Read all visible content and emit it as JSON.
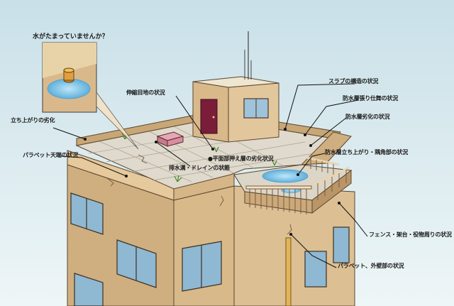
{
  "inset": {
    "title": "水がたまっていませんか？"
  },
  "labels": {
    "expansion_joint": "伸縮目地の状況",
    "upturn": "立ち上がりの劣化",
    "parapet_top": "パラペット天端の状況",
    "drain": "排水溝・ドレインの状態",
    "flat_protection": "●平面部押え層の劣化状況",
    "slab": "スラブの構造の状況",
    "waterproof_finish": "防水層張り仕舞の状況",
    "waterproof_degradation": "防水層劣化の状況",
    "upturn_corner": "防水層立ち上がり・隅角部の状況",
    "fence": "フェンス・架台・役物周りの状況",
    "exterior_wall": "パラペット、外壁部の状況"
  },
  "colors": {
    "sky_top": "#cfe3ea",
    "sky_bottom": "#eaf4f6",
    "wall": "#d9b98c",
    "wall_shade": "#c9a577",
    "roof_tile": "#ddd8cc",
    "door": "#7a1d3a",
    "window": "#9fc3da",
    "water": "#7fc3e6",
    "fence": "#f2e2c3"
  }
}
